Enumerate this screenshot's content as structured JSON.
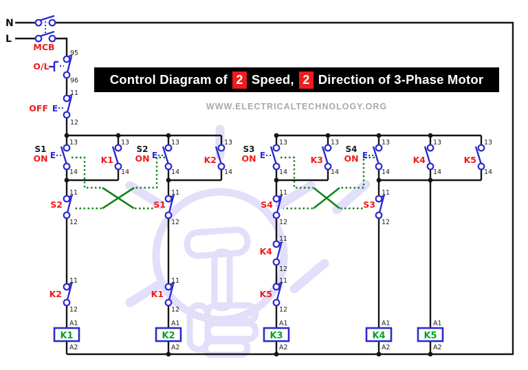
{
  "title": {
    "part1": "Control Diagram of",
    "badge1": "2",
    "part2": "Speed,",
    "badge2": "2",
    "part3": "Direction of 3-Phase Motor"
  },
  "subtitle": "WWW.ELECTRICALTECHNOLOGY.ORG",
  "supply": {
    "neutral": "N",
    "line": "L"
  },
  "components": {
    "mcb": "MCB",
    "overload": "O/L",
    "off_button": "OFF",
    "on_label": "ON",
    "actuator": "E"
  },
  "branches": {
    "s1": "S1",
    "s2": "S2",
    "s3": "S3",
    "s4": "S4",
    "k1": "K1",
    "k2": "K2",
    "k3": "K3",
    "k4": "K4",
    "k5": "K5"
  },
  "coils": {
    "k1": "K1",
    "k2": "K2",
    "k3": "K3",
    "k4": "K4",
    "k5": "K5"
  },
  "terminals": {
    "ol_top": "95",
    "ol_bottom": "96",
    "nc_top": "11",
    "nc_bottom": "12",
    "no_top": "13",
    "no_bottom": "14",
    "coil_top": "A1",
    "coil_bottom": "A2"
  },
  "colors": {
    "wire": "#141414",
    "symbol_blue": "#2a2ad2",
    "label_red": "#ee1c1c",
    "coil_green": "#00a32a",
    "interlock_green": "#12831c",
    "watermark_lavender": "#dcdaf8",
    "title_bg": "#000000",
    "title_text": "#ffffff",
    "badge_red": "#ee1c1c",
    "subtitle_gray": "#a8a8a8"
  }
}
